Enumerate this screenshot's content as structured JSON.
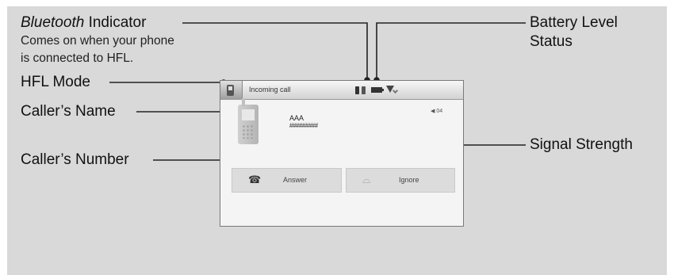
{
  "callouts": {
    "bluetooth_indicator": {
      "italic": "Bluetooth",
      "rest": " Indicator"
    },
    "bluetooth_note_line1": "Comes on when your phone",
    "bluetooth_note_line2": "is connected to HFL.",
    "hfl_mode": "HFL Mode",
    "callers_name": "Caller’s Name",
    "callers_number": "Caller’s Number",
    "battery_level_line1": "Battery Level",
    "battery_level_line2": "Status",
    "signal_strength": "Signal Strength"
  },
  "screen": {
    "title": "Incoming call",
    "caller_name": "AAA",
    "caller_number": "#########",
    "volume": "◀ 04",
    "answer_label": "Answer",
    "ignore_label": "Ignore",
    "answer_icon": "handset-icon",
    "ignore_icon": "handset-down-icon"
  },
  "colors": {
    "panel_bg": "#d9d9d9",
    "screen_bg": "#f4f4f4"
  }
}
